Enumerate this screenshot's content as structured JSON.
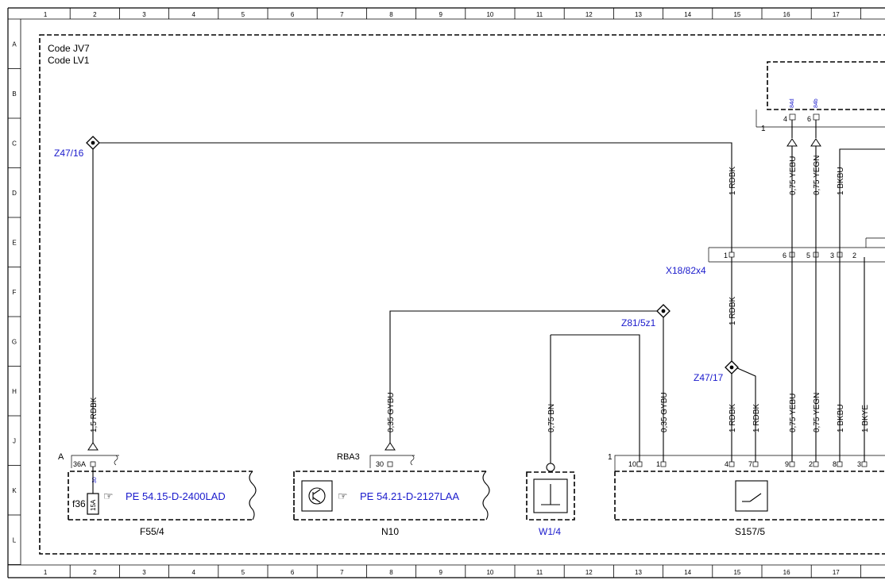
{
  "grid": {
    "columns": [
      "1",
      "2",
      "3",
      "4",
      "5",
      "6",
      "7",
      "8",
      "9",
      "10",
      "11",
      "12",
      "13",
      "14",
      "15",
      "16",
      "17"
    ],
    "rows": [
      "A",
      "B",
      "C",
      "D",
      "E",
      "F",
      "G",
      "H",
      "J",
      "K",
      "L"
    ]
  },
  "code_labels": [
    "Code JV7",
    "Code LV1"
  ],
  "splices": {
    "z47_16": "Z47/16",
    "z81_5z1": "Z81/5z1",
    "z47_17": "Z47/17"
  },
  "connector_x18": {
    "label": "X18/82x4",
    "pins": [
      "1",
      "6",
      "5",
      "3",
      "2"
    ]
  },
  "top_module": {
    "pin_4": "4",
    "pin_6": "6",
    "pin_4_blue": "84d",
    "pin_6_blue": "84b",
    "corner_num": "1"
  },
  "wires": {
    "w1": "1,5 RDBK",
    "w2": "0,35 GYBU",
    "w3": "0,75 BN",
    "w4": "0,35 GYBU",
    "w5": "1 RDBK",
    "w6": "0,75 YEBU",
    "w7": "0,75 YEGN",
    "w8": "1 BKBU",
    "w9": "1 RDBK",
    "w10": "1 RDBK",
    "w11": "1 RDBK",
    "w12": "0,75 YEBU",
    "w13": "0,75 YEGN",
    "w14": "1 BKBU",
    "w15": "1 BKYE"
  },
  "components": {
    "f55": {
      "name": "F55/4",
      "connector": "A",
      "pin": "36A",
      "pin_blue": "30",
      "fuse": "f36",
      "fuse_rating": "15A",
      "ref": "PE 54.15-D-2400LAD"
    },
    "n10": {
      "name": "N10",
      "connector": "RBA3",
      "pin": "30",
      "ref": "PE 54.21-D-2127LAA"
    },
    "w1_4": {
      "name": "W1/4"
    },
    "s157": {
      "name": "S157/5",
      "corner_num": "1",
      "pins": [
        "10",
        "1",
        "4",
        "7",
        "9",
        "2",
        "8",
        "3"
      ]
    }
  }
}
